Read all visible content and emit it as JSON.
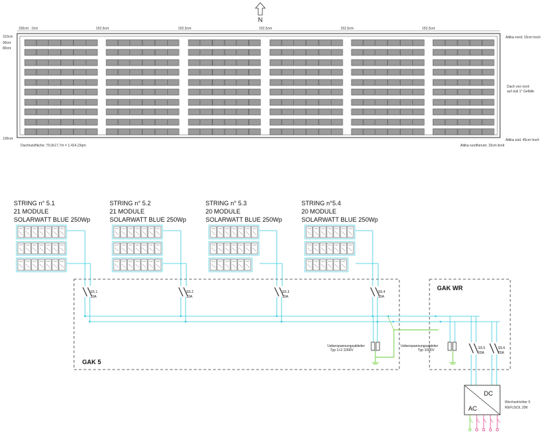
{
  "north": {
    "label": "N"
  },
  "roof": {
    "dims_top": [
      "150cm",
      "2cm",
      "152,5cm",
      "152,5cm",
      "152,5cm",
      "152,5cm",
      "152,5cm"
    ],
    "dims_left": [
      "110cm",
      "90cm",
      "80cm",
      "100cm"
    ],
    "label_nord": "Attika nord; 15cm hoch",
    "label_slope": "Dach von nord\nauf süd 1° Gefälle",
    "label_sued": "Attika süd; 45cm hoch",
    "label_area": "Dachnutzfläche; 79,9x17,7m = 1.414,23qm",
    "label_rund": "Attika rundherum; 15cm breit"
  },
  "strings": [
    {
      "title": "STRING n° 5.1",
      "modules": "21 MODULE",
      "type": "SOLARWATT BLUE 250Wp",
      "fuse_name": "S5.1",
      "fuse_rating": "10A"
    },
    {
      "title": "STRING n° 5.2",
      "modules": "21 MODULE",
      "type": "SOLARWATT BLUE 250Wp",
      "fuse_name": "S5.2",
      "fuse_rating": "10A"
    },
    {
      "title": "STRING n° 5.3",
      "modules": "20 MODULE",
      "type": "SOLARWATT BLUE 250Wp",
      "fuse_name": "S5.3",
      "fuse_rating": "10A"
    },
    {
      "title": "STRING n°5.4",
      "modules": "20 MODULE",
      "type": "SOLARWATT BLUE 250Wp",
      "fuse_name": "S5.4",
      "fuse_rating": "10A"
    }
  ],
  "gak5": {
    "label": "GAK 5",
    "surge_label": "Ueberspannungsableiter\nTyp  1+2  1000V"
  },
  "gakwr": {
    "label": "GAK WR",
    "surge_label": "Ueberspannungsableiter\nTyp          1000V",
    "fuses": [
      {
        "name": "S5.5",
        "rating": "20A"
      },
      {
        "name": "S5.6",
        "rating": "20A"
      }
    ]
  },
  "inverter": {
    "dc": "DC",
    "ac": "AC",
    "name": "Wechselrichter  5",
    "model": "REFUSOL  20K"
  },
  "colors": {
    "dc_line": "#35c8e0",
    "earth_line": "#66cc33",
    "ac_line": "#e0408a",
    "panel_fill": "#9a9a9a"
  }
}
